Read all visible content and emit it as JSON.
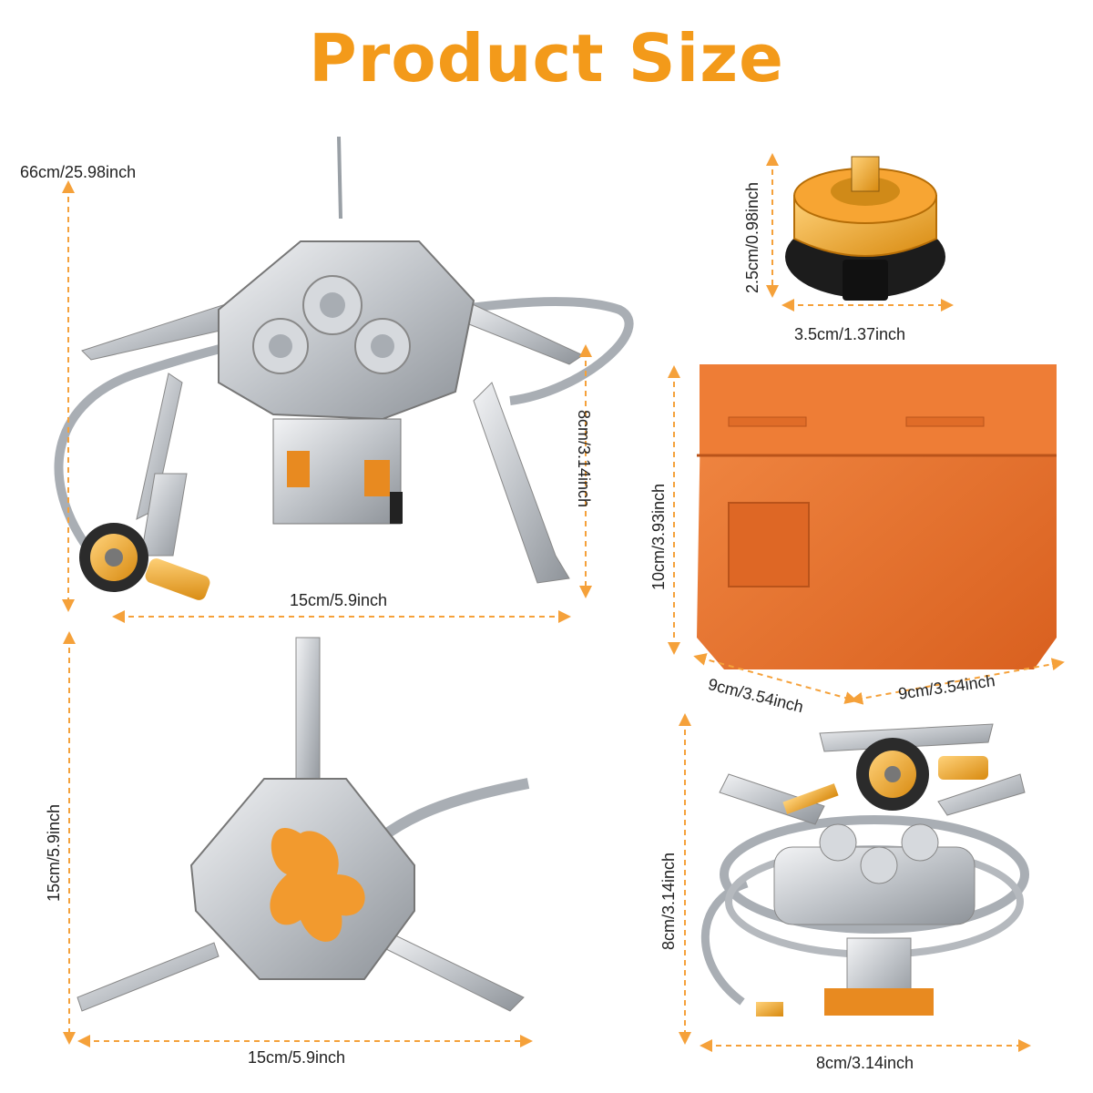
{
  "title": "Product Size",
  "colors": {
    "accent": "#f39a1a",
    "arrow": "#f5a13a",
    "case": "#e8702a",
    "metal": "#c9ccd0"
  },
  "panels": {
    "stove_front": {
      "height_label": "66cm/25.98inch",
      "side_label": "8cm/3.14inch",
      "width_label": "15cm/5.9inch"
    },
    "adapter": {
      "height_label": "2.5cm/0.98inch",
      "width_label": "3.5cm/1.37inch"
    },
    "case": {
      "height_label": "10cm/3.93inch",
      "depth_label": "9cm/3.54inch",
      "width_label": "9cm/3.54inch"
    },
    "stove_bottom": {
      "height_label": "15cm/5.9inch",
      "width_label": "15cm/5.9inch"
    },
    "stove_folded": {
      "height_label": "8cm/3.14inch",
      "width_label": "8cm/3.14inch"
    }
  }
}
